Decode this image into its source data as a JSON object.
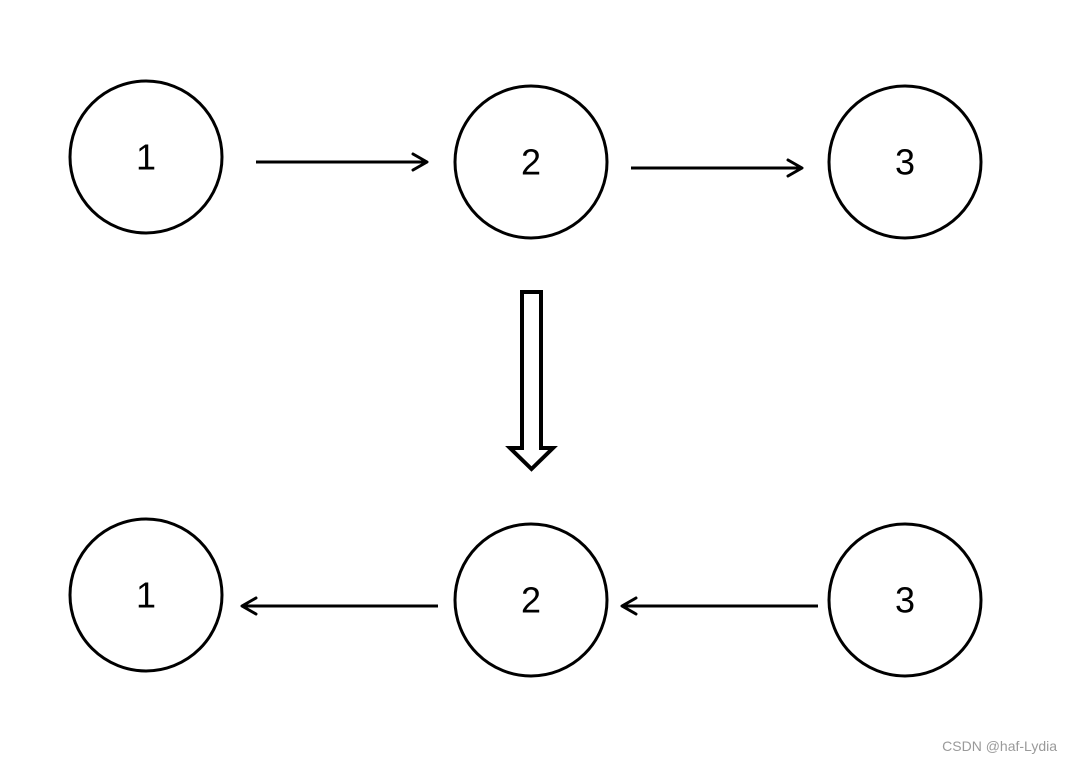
{
  "diagram": {
    "top_row": {
      "nodes": [
        {
          "id": "n1",
          "label": "1"
        },
        {
          "id": "n2",
          "label": "2"
        },
        {
          "id": "n3",
          "label": "3"
        }
      ],
      "edges": [
        {
          "from": "n1",
          "to": "n2"
        },
        {
          "from": "n2",
          "to": "n3"
        }
      ]
    },
    "bottom_row": {
      "nodes": [
        {
          "id": "n1",
          "label": "1"
        },
        {
          "id": "n2",
          "label": "2"
        },
        {
          "id": "n3",
          "label": "3"
        }
      ],
      "edges": [
        {
          "from": "n2",
          "to": "n1"
        },
        {
          "from": "n3",
          "to": "n2"
        }
      ]
    },
    "transition_arrow": {
      "direction": "down"
    }
  },
  "watermark": {
    "text": "CSDN @haf-Lydia"
  }
}
